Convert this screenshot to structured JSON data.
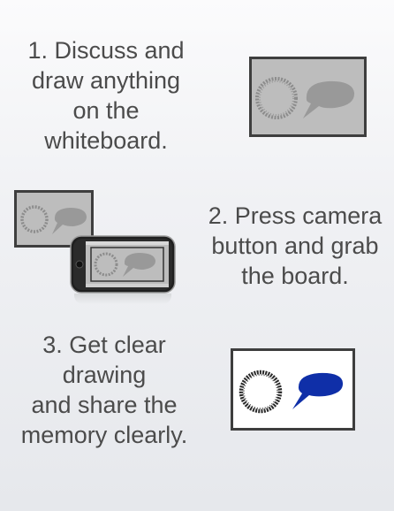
{
  "steps": [
    {
      "text_lines": [
        "1. Discuss and",
        "draw anything",
        "on the",
        "whiteboard."
      ],
      "illustration": "whiteboard-sketch-gray"
    },
    {
      "text_lines": [
        "2. Press camera",
        "button and grab",
        "the board."
      ],
      "illustration": "phone-capturing-whiteboard"
    },
    {
      "text_lines": [
        "3. Get clear",
        "drawing",
        "and share the",
        "memory clearly."
      ],
      "illustration": "clean-drawing-blue"
    }
  ],
  "colors": {
    "text": "#4b4b4b",
    "board_gray": "#bdbdbd",
    "frame": "#3e3e3e",
    "sketch_gray": "#8f8f8f",
    "bubble_blue": "#0f2fa8",
    "phone_body": "#1f1f1f"
  }
}
